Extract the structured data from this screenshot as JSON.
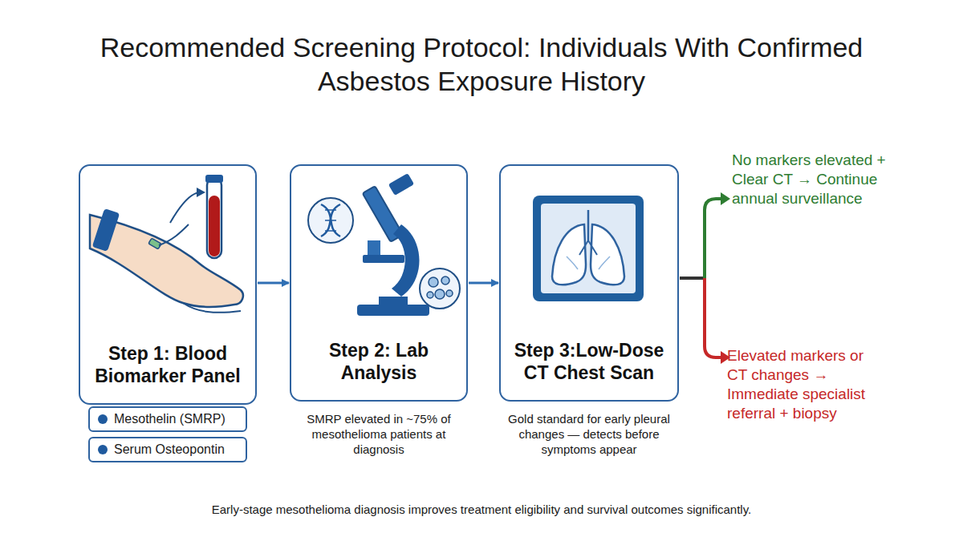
{
  "diagram": {
    "title": "Recommended Screening Protocol: Individuals With Confirmed Asbestos Exposure History",
    "caption": "Early-stage mesothelioma diagnosis improves treatment eligibility and survival outcomes significantly.",
    "nodes": [
      {
        "text": [
          "Step 1: Blood Biomarker Panel"
        ]
      },
      {
        "text": [
          "Mesothelin (SMRP)"
        ]
      },
      {
        "text": [
          "Serum Osteopontin"
        ]
      },
      {
        "text": [
          "Step 2: Lab Analysis",
          "SMRP elevated in ~75% of mesothelioma patients at diagnosis"
        ]
      },
      {
        "text": [
          "Step 3:Low-Dose CT Chest Scan",
          "Gold standard for early pleural changes — detects before symptoms appear"
        ]
      }
    ],
    "edges": [
      {
        "from": 0,
        "to": 3,
        "arrow": "to"
      },
      {
        "from": 3,
        "to": 4,
        "arrow": "to"
      }
    ],
    "labels": [
      "No markers elevated + Clear CT → Continue annual surveillance",
      "Elevated markers or CT changes → Immediate specialist referral + biopsy"
    ]
  }
}
